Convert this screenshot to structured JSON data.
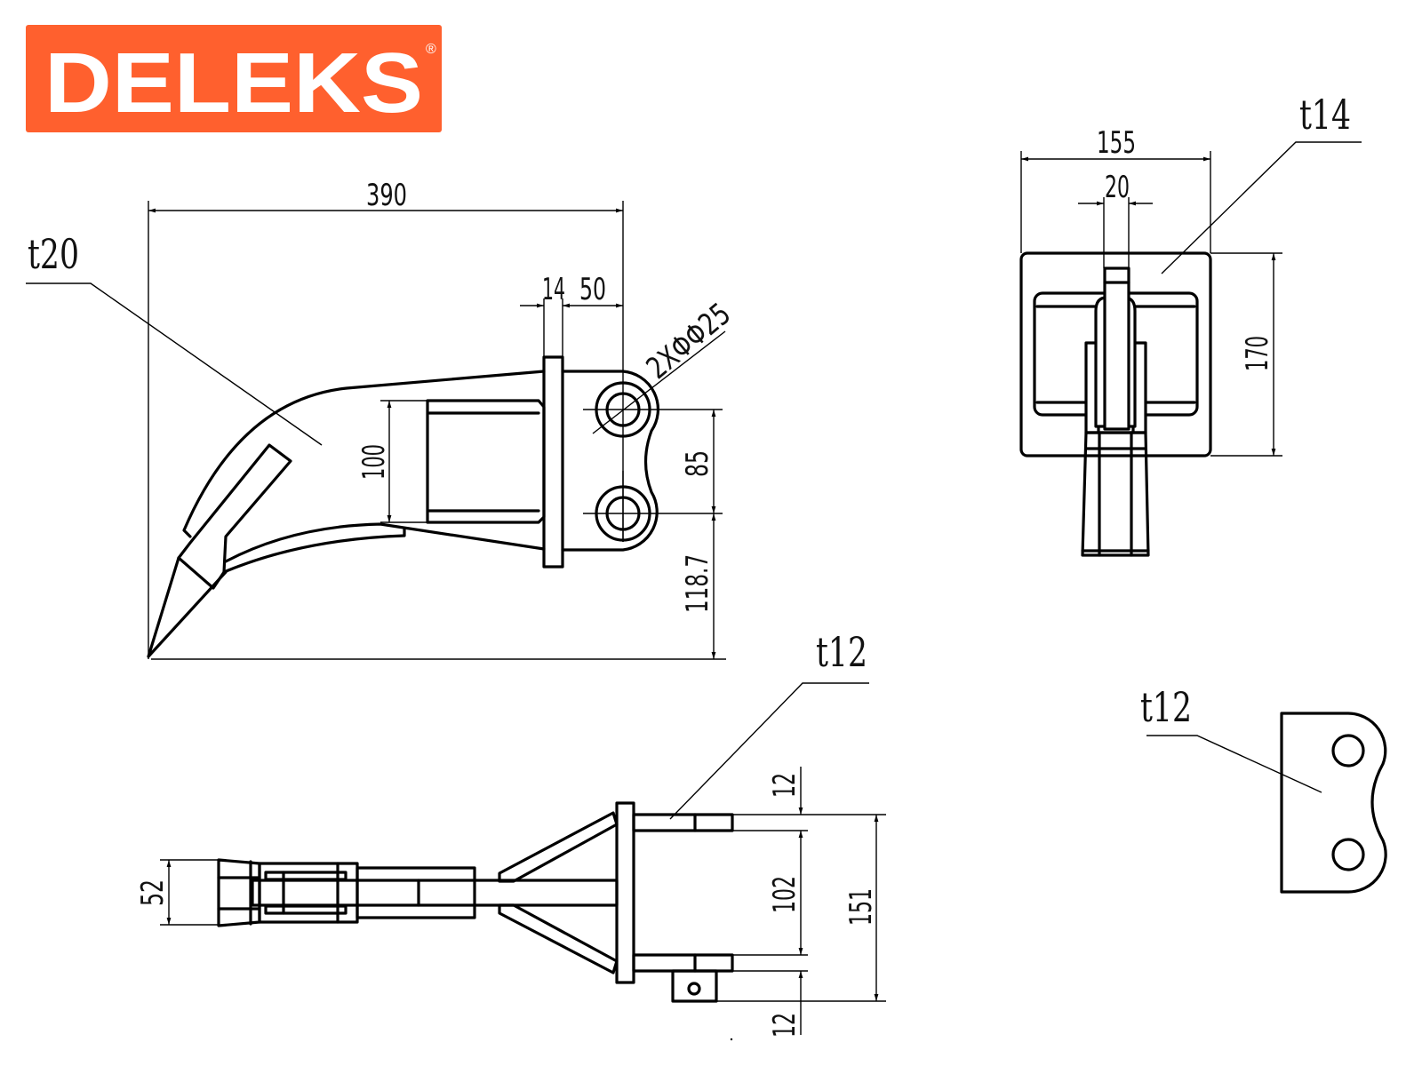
{
  "logo": {
    "text": "DELEKS",
    "registered": "®",
    "color": "#FF602E"
  },
  "side_view": {
    "thickness": "t20",
    "dims": {
      "overall_length": "390",
      "plate": "14",
      "pin_offset": "50",
      "holes": "2XΦΦ25",
      "shank_height": "100",
      "pin_spacing": "85",
      "pin_height": "118.7"
    }
  },
  "front_view": {
    "thickness": "t14",
    "dims": {
      "width": "155",
      "blade": "20",
      "height": "170"
    }
  },
  "top_view": {
    "thickness": "t12",
    "dims": {
      "ear_top": "12",
      "ear_gap": "102",
      "total": "151",
      "ear_bottom": "12",
      "tooth_width": "52"
    }
  },
  "lug_detail": {
    "thickness": "t12"
  }
}
